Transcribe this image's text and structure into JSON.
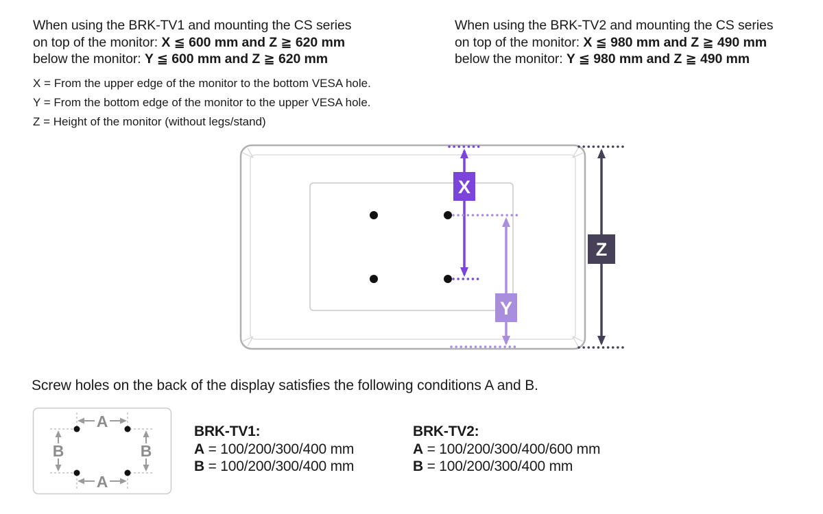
{
  "tv1_note": {
    "line1": "When using the BRK-TV1 and mounting the CS series",
    "line2_label": "on top of the monitor: ",
    "line2_value": "X ≦ 600 mm and Z ≧ 620 mm",
    "line3_label": "below the monitor: ",
    "line3_value": "Y ≦ 600 mm and Z ≧ 620 mm"
  },
  "tv2_note": {
    "line1": "When using the BRK-TV2 and mounting the CS series",
    "line2_label": "on top of the monitor: ",
    "line2_value": "X ≦ 980 mm and Z ≧ 490 mm",
    "line3_label": "below the monitor: ",
    "line3_value": "Y ≦ 980 mm and Z ≧ 490 mm"
  },
  "definitions": [
    "X = From the upper edge of the monitor to the bottom VESA hole.",
    "Y = From the bottom edge of the monitor to the upper VESA hole.",
    "Z = Height of the monitor (without legs/stand)"
  ],
  "diagram": {
    "x_label": "X",
    "y_label": "Y",
    "z_label": "Z",
    "colors": {
      "x": "#7b45db",
      "y": "#a88edd",
      "z": "#464058",
      "letter": "#ffffff",
      "outline": "#b0b0b0",
      "bezel": "#d8d8d8",
      "plate_line": "#c9c9c9",
      "hole": "#111111"
    }
  },
  "heading": {
    "text": "Screw holes on the back of the display satisfies the following conditions A and B."
  },
  "ab": {
    "a_label": "A",
    "b_label": "B",
    "colors": {
      "arrow": "#9b9b9b",
      "label": "#8d8d8d",
      "dash": "#b5b5b5",
      "hole": "#111111",
      "border": "#cccccc"
    }
  },
  "brk_tv1": {
    "title": "BRK-TV1:",
    "rows": [
      {
        "key": "A",
        "value": " = 100/200/300/400 mm"
      },
      {
        "key": "B",
        "value": " = 100/200/300/400 mm"
      }
    ]
  },
  "brk_tv2": {
    "title": "BRK-TV2:",
    "rows": [
      {
        "key": "A",
        "value": " = 100/200/300/400/600 mm"
      },
      {
        "key": "B",
        "value": " = 100/200/300/400 mm"
      }
    ]
  }
}
